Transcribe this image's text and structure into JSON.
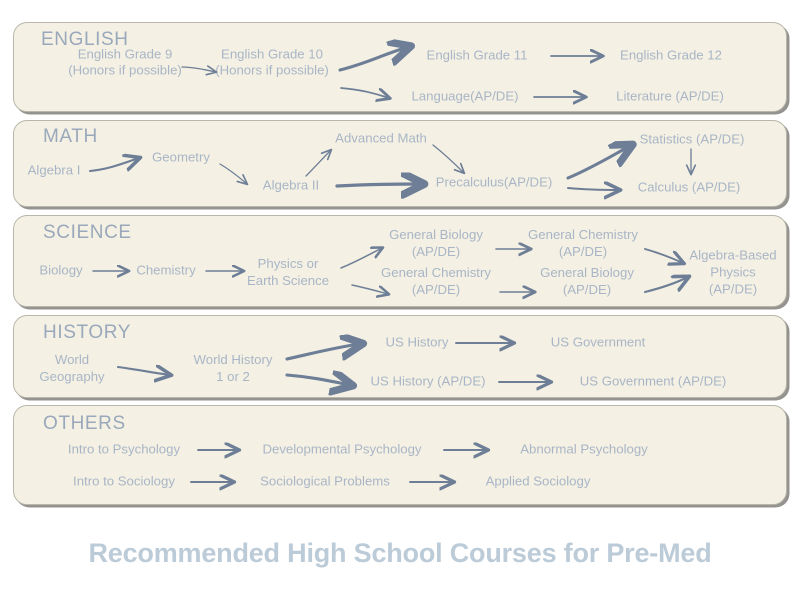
{
  "page": {
    "title": "Recommended High School Courses for Pre-Med",
    "background_color": "#ffffff",
    "panel_color": "#f4f1e4",
    "panel_border_color": "#b9b6ab",
    "text_color": "#a9b5c6",
    "heading_color": "#9aa8bb",
    "title_color": "#bccbd8",
    "arrow_color": "#6d7e96"
  },
  "sections": [
    {
      "id": "english",
      "heading": "ENGLISH",
      "nodes": [
        {
          "id": "eng9",
          "lines": [
            "English Grade 9",
            "(Honors if possible)"
          ]
        },
        {
          "id": "eng10",
          "lines": [
            "English Grade 10",
            "(Honors if possible)"
          ]
        },
        {
          "id": "eng11",
          "lines": [
            "English Grade 11"
          ]
        },
        {
          "id": "eng12",
          "lines": [
            "English Grade 12"
          ]
        },
        {
          "id": "lang",
          "lines": [
            "Language(AP/DE)"
          ]
        },
        {
          "id": "lit",
          "lines": [
            "Literature (AP/DE)"
          ]
        }
      ],
      "edges": [
        {
          "from": "eng9",
          "to": "eng10",
          "weight": "thin"
        },
        {
          "from": "eng10",
          "to": "eng11",
          "weight": "thick"
        },
        {
          "from": "eng11",
          "to": "eng12",
          "weight": "thin"
        },
        {
          "from": "eng10",
          "to": "lang",
          "weight": "thin"
        },
        {
          "from": "lang",
          "to": "lit",
          "weight": "thin"
        }
      ]
    },
    {
      "id": "math",
      "heading": "MATH",
      "nodes": [
        {
          "id": "alg1",
          "lines": [
            "Algebra  I"
          ]
        },
        {
          "id": "geom",
          "lines": [
            "Geometry"
          ]
        },
        {
          "id": "adv",
          "lines": [
            "Advanced Math"
          ]
        },
        {
          "id": "alg2",
          "lines": [
            "Algebra  II"
          ]
        },
        {
          "id": "prec",
          "lines": [
            "Precalculus(AP/DE)"
          ]
        },
        {
          "id": "stat",
          "lines": [
            "Statistics (AP/DE)"
          ]
        },
        {
          "id": "calc",
          "lines": [
            "Calculus (AP/DE)"
          ]
        }
      ],
      "edges": [
        {
          "from": "alg1",
          "to": "geom",
          "weight": "medium"
        },
        {
          "from": "geom",
          "to": "alg2",
          "weight": "thin"
        },
        {
          "from": "alg2",
          "to": "adv",
          "weight": "thin"
        },
        {
          "from": "adv",
          "to": "prec",
          "weight": "thin"
        },
        {
          "from": "alg2",
          "to": "prec",
          "weight": "thick"
        },
        {
          "from": "prec",
          "to": "stat",
          "weight": "thick"
        },
        {
          "from": "prec",
          "to": "calc",
          "weight": "medium"
        },
        {
          "from": "stat",
          "to": "calc",
          "weight": "thin"
        }
      ]
    },
    {
      "id": "science",
      "heading": "SCIENCE",
      "nodes": [
        {
          "id": "bio",
          "lines": [
            "Biology"
          ]
        },
        {
          "id": "chem",
          "lines": [
            "Chemistry"
          ]
        },
        {
          "id": "phys",
          "lines": [
            "Physics or",
            "Earth Science"
          ]
        },
        {
          "id": "gbio1",
          "lines": [
            "General Biology",
            "(AP/DE)"
          ]
        },
        {
          "id": "gchem1",
          "lines": [
            "General Chemistry",
            "(AP/DE)"
          ]
        },
        {
          "id": "gchem2",
          "lines": [
            "General Chemistry",
            "(AP/DE)"
          ]
        },
        {
          "id": "gbio2",
          "lines": [
            "General Biology",
            "(AP/DE)"
          ]
        },
        {
          "id": "algphys",
          "lines": [
            "Algebra-Based",
            "Physics",
            "(AP/DE)"
          ]
        }
      ],
      "edges": [
        {
          "from": "bio",
          "to": "chem",
          "weight": "thin"
        },
        {
          "from": "chem",
          "to": "phys",
          "weight": "thin"
        },
        {
          "from": "phys",
          "to": "gbio1",
          "weight": "thin"
        },
        {
          "from": "phys",
          "to": "gchem2",
          "weight": "thin"
        },
        {
          "from": "gbio1",
          "to": "gchem1",
          "weight": "thin"
        },
        {
          "from": "gchem1",
          "to": "algphys",
          "weight": "medium"
        },
        {
          "from": "gchem2",
          "to": "gbio2",
          "weight": "thin"
        },
        {
          "from": "gbio2",
          "to": "algphys",
          "weight": "medium"
        }
      ]
    },
    {
      "id": "history",
      "heading": "HISTORY",
      "nodes": [
        {
          "id": "wgeo",
          "lines": [
            "World",
            "Geography"
          ]
        },
        {
          "id": "whist",
          "lines": [
            "World History",
            "1 or 2"
          ]
        },
        {
          "id": "ushist",
          "lines": [
            "US History"
          ]
        },
        {
          "id": "usgov",
          "lines": [
            "US Government"
          ]
        },
        {
          "id": "ushap",
          "lines": [
            "US History (AP/DE)"
          ]
        },
        {
          "id": "usgovap",
          "lines": [
            "US Government (AP/DE)"
          ]
        }
      ],
      "edges": [
        {
          "from": "wgeo",
          "to": "whist",
          "weight": "medium"
        },
        {
          "from": "whist",
          "to": "ushist",
          "weight": "thick"
        },
        {
          "from": "ushist",
          "to": "usgov",
          "weight": "medium"
        },
        {
          "from": "whist",
          "to": "ushap",
          "weight": "thick"
        },
        {
          "from": "ushap",
          "to": "usgovap",
          "weight": "medium"
        }
      ]
    },
    {
      "id": "others",
      "heading": "OTHERS",
      "nodes": [
        {
          "id": "ipsy",
          "lines": [
            "Intro to Psychology"
          ]
        },
        {
          "id": "dpsy",
          "lines": [
            "Developmental Psychology"
          ]
        },
        {
          "id": "apsy",
          "lines": [
            "Abnormal Psychology"
          ]
        },
        {
          "id": "isoc",
          "lines": [
            "Intro to Sociology"
          ]
        },
        {
          "id": "sprob",
          "lines": [
            "Sociological Problems"
          ]
        },
        {
          "id": "asoc",
          "lines": [
            "Applied Sociology"
          ]
        }
      ],
      "edges": [
        {
          "from": "ipsy",
          "to": "dpsy",
          "weight": "medium"
        },
        {
          "from": "dpsy",
          "to": "apsy",
          "weight": "medium"
        },
        {
          "from": "isoc",
          "to": "sprob",
          "weight": "medium"
        },
        {
          "from": "sprob",
          "to": "asoc",
          "weight": "medium"
        }
      ]
    }
  ],
  "labels": {
    "english": {
      "heading": "ENGLISH",
      "eng9_a": "English Grade 9",
      "eng9_b": "(Honors if possible)",
      "eng10_a": "English Grade 10",
      "eng10_b": "(Honors if possible)",
      "eng11": "English Grade 11",
      "eng12": "English Grade 12",
      "lang": "Language(AP/DE)",
      "lit": "Literature (AP/DE)"
    },
    "math": {
      "heading": "MATH",
      "alg1": "Algebra  I",
      "geom": "Geometry",
      "adv": "Advanced Math",
      "alg2": "Algebra  II",
      "prec": "Precalculus(AP/DE)",
      "stat": "Statistics (AP/DE)",
      "calc": "Calculus (AP/DE)"
    },
    "science": {
      "heading": "SCIENCE",
      "bio": "Biology",
      "chem": "Chemistry",
      "phys_a": "Physics or",
      "phys_b": "Earth Science",
      "gbio1_a": "General Biology",
      "gbio1_b": "(AP/DE)",
      "gchem1_a": "General Chemistry",
      "gchem1_b": "(AP/DE)",
      "gchem2_a": "General Chemistry",
      "gchem2_b": "(AP/DE)",
      "gbio2_a": "General Biology",
      "gbio2_b": "(AP/DE)",
      "algphys_a": "Algebra-Based",
      "algphys_b": "Physics",
      "algphys_c": "(AP/DE)"
    },
    "history": {
      "heading": "HISTORY",
      "wgeo_a": "World",
      "wgeo_b": "Geography",
      "whist_a": "World History",
      "whist_b": "1 or 2",
      "ushist": "US History",
      "usgov": "US Government",
      "ushap": "US History (AP/DE)",
      "usgovap": "US Government (AP/DE)"
    },
    "others": {
      "heading": "OTHERS",
      "ipsy": "Intro to Psychology",
      "dpsy": "Developmental Psychology",
      "apsy": "Abnormal Psychology",
      "isoc": "Intro to Sociology",
      "sprob": "Sociological Problems",
      "asoc": "Applied Sociology"
    }
  }
}
